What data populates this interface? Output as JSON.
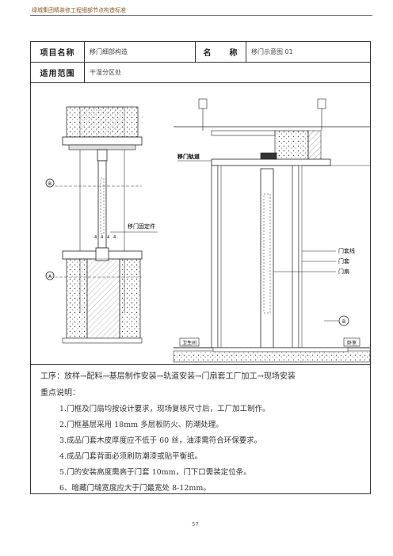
{
  "header": {
    "title": "绿城集团精装修工程细部节点构造标准"
  },
  "table": {
    "project_name_label": "项目名称",
    "project_name_value": "移门细部构造",
    "name_label": "名　　称",
    "name_value": "移门示意图 01",
    "scope_label": "适用范围",
    "scope_value": "干湿分区处"
  },
  "drawing": {
    "labels": {
      "locator": "移门固定件",
      "rail": "移门轨道",
      "door_cover": "门套线",
      "door_frame": "门套",
      "door_leaf": "门扇",
      "floor_left": "卫生间",
      "floor_right": "卧室",
      "marker_b": "B",
      "marker_a": "A",
      "sub_a": "A",
      "sub_b": "B"
    },
    "dims": [
      "4",
      "4",
      "4",
      "4"
    ]
  },
  "notes": {
    "process": "工序：放样→配料→基层制作安装→轨道安装→门扇套工厂加工→现场安装",
    "key_points": "重点说明：",
    "items": [
      "1.门框及门扇均按设计要求，现场复核尺寸后，工厂加工制作。",
      "2.门框基层采用 18mm 多层板防火、防潮处理。",
      "3.成品门套木皮厚度应不低于 60 丝，油漆需符合环保要求。",
      "4.成品门套背面必须刷防潮漆或贴平衡纸。",
      "5.门的安装高度需高于门套 10mm，门下口需装定位条。",
      "6、暗藏门缝宽度应大于门最宽处 8-12mm。"
    ]
  },
  "footer": {
    "page": "57"
  }
}
